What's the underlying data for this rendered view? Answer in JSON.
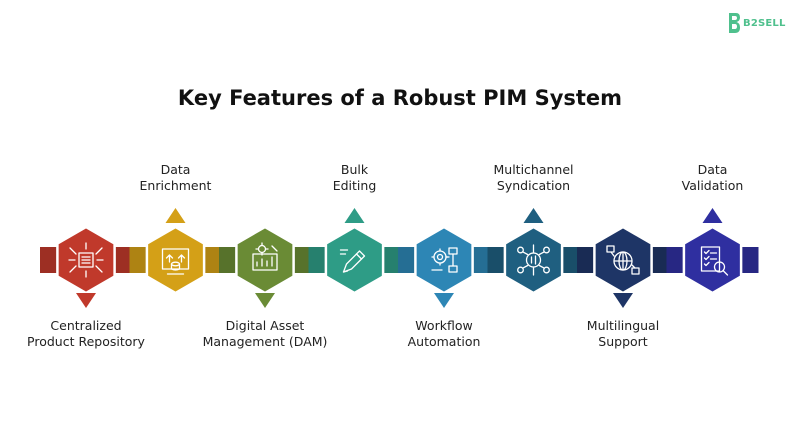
{
  "brand": {
    "name": "B2SELL",
    "color": "#4fc08d"
  },
  "title": "Key Features of a Robust PIM System",
  "features": [
    {
      "lines": [
        "Centralized",
        "Product Repository"
      ],
      "position": "below",
      "color": "#c0392b",
      "icon": "product-box-icon"
    },
    {
      "lines": [
        "Data",
        "Enrichment"
      ],
      "position": "above",
      "color": "#d4a017",
      "icon": "data-enrichment-icon"
    },
    {
      "lines": [
        "Digital Asset",
        "Management (DAM)"
      ],
      "position": "below",
      "color": "#6a8b35",
      "icon": "asset-chart-icon"
    },
    {
      "lines": [
        "Bulk",
        "Editing"
      ],
      "position": "above",
      "color": "#2e9c86",
      "icon": "pencil-icon"
    },
    {
      "lines": [
        "Workflow",
        "Automation"
      ],
      "position": "below",
      "color": "#2d86b5",
      "icon": "workflow-gear-icon"
    },
    {
      "lines": [
        "Multichannel",
        "Syndication"
      ],
      "position": "above",
      "color": "#1f5f80",
      "icon": "network-hub-icon"
    },
    {
      "lines": [
        "Multilingual",
        "Support"
      ],
      "position": "below",
      "color": "#1e3566",
      "icon": "globe-language-icon"
    },
    {
      "lines": [
        "Data",
        "Validation"
      ],
      "position": "above",
      "color": "#2f2fa0",
      "icon": "checklist-search-icon"
    }
  ]
}
